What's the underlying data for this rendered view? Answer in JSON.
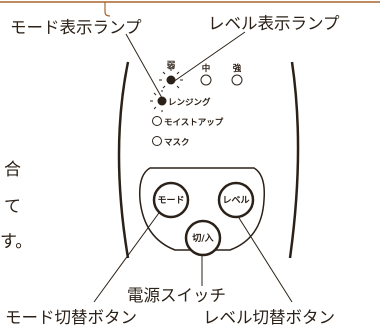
{
  "callouts": {
    "mode_lamp": "モード表示ランプ",
    "level_lamp": "レベル表示ランプ",
    "power_switch": "電源スイッチ",
    "mode_button": "モード切替ボタン",
    "level_button": "レベル切替ボタン"
  },
  "level_indicators": [
    "弱",
    "中",
    "強"
  ],
  "mode_indicators": [
    "レンジング",
    "モイストアップ",
    "マスク"
  ],
  "buttons": {
    "mode": "モード",
    "level": "レベル",
    "power": "切/入"
  },
  "side_text": [
    "合",
    "て",
    "す。"
  ],
  "colors": {
    "line": "#2b2118",
    "frame": "#a8662f"
  }
}
